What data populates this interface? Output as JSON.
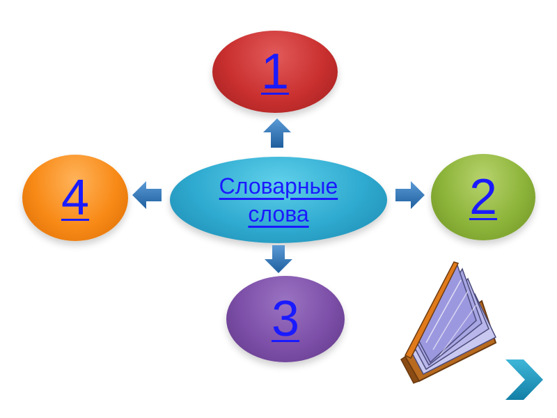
{
  "diagram": {
    "center_label": "Словарные слова",
    "nodes": [
      {
        "id": "1",
        "label": "1",
        "color": "#c9302f"
      },
      {
        "id": "2",
        "label": "2",
        "color": "#8db43a"
      },
      {
        "id": "3",
        "label": "3",
        "color": "#7d4fa8"
      },
      {
        "id": "4",
        "label": "4",
        "color": "#f88a17"
      }
    ],
    "center_color": "#2faad0",
    "arrow_color": "#2a73b8"
  },
  "icons": {
    "book": "open-book-icon",
    "next": "chevron-right-icon"
  }
}
